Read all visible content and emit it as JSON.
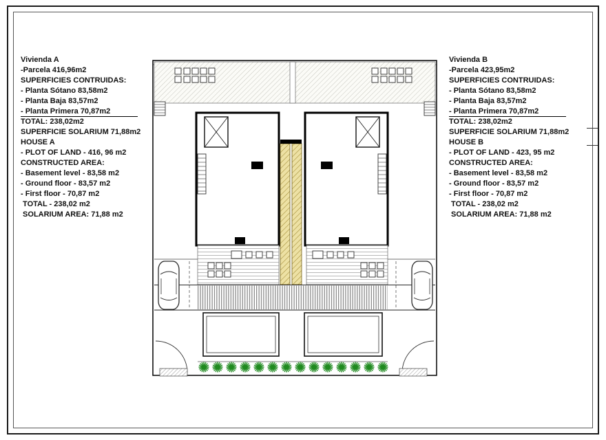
{
  "panel_a": {
    "title": "Vivienda A",
    "parcela": "-Parcela 416,96m2",
    "superficies_heading": "SUPERFICIES CONTRUIDAS:",
    "plantas": [
      "- Planta Sótano 83,58m2",
      "- Planta Baja 83,57m2",
      "- Planta Primera 70,87m2"
    ],
    "total": "TOTAL: 238,02m2",
    "solarium": "SUPERFICIE SOLARIUM 71,88m2",
    "house_heading": "HOUSE A",
    "plot_of_land": "- PLOT OF LAND - 416, 96 m2",
    "constructed_heading": "CONSTRUCTED AREA:",
    "floors": [
      "- Basement level - 83,58 m2",
      "- Ground floor - 83,57 m2",
      "- First floor - 70,87 m2"
    ],
    "total_en": " TOTAL - 238,02 m2",
    "solarium_en": " SOLARIUM AREA: 71,88 m2"
  },
  "panel_b": {
    "title": "Vivienda B",
    "parcela": "-Parcela 423,95m2",
    "superficies_heading": "SUPERFICIES CONTRUIDAS:",
    "plantas": [
      "- Planta Sótano 83,58m2",
      "- Planta Baja 83,57m2",
      "- Planta Primera 70,87m2"
    ],
    "total": "TOTAL: 238,02m2",
    "solarium": "SUPERFICIE SOLARIUM 71,88m2",
    "house_heading": "HOUSE B",
    "plot_of_land": "- PLOT OF LAND - 423, 95 m2",
    "constructed_heading": "CONSTRUCTED AREA:",
    "floors": [
      "- Basement level - 83,58 m2",
      "- Ground floor - 83,57 m2",
      "- First floor - 70,87 m2"
    ],
    "total_en": " TOTAL - 238,02 m2",
    "solarium_en": " SOLARIUM AREA: 71,88 m2"
  },
  "plan": {
    "colors": {
      "wall": "#000000",
      "terrace_hatch": "#b9b9b0",
      "divider_fill": "#ede1a4",
      "divider_hatch": "#a18a33",
      "deck_hatch": "#9a9a9a",
      "drive_hatch": "#5a5a5a",
      "tree": "#1f8a1f"
    }
  }
}
